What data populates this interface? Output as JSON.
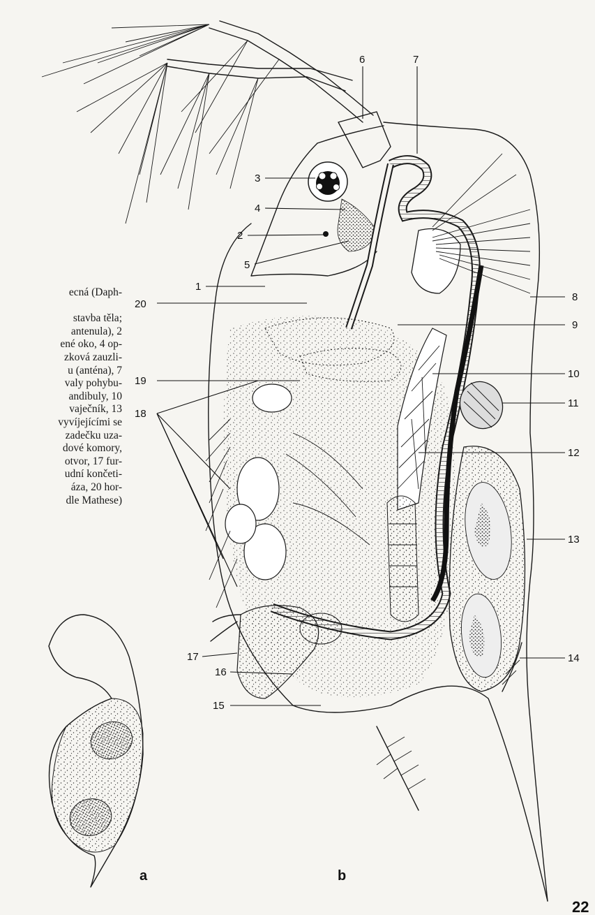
{
  "caption_lines": [
    "ecná (Daph-",
    "",
    "stavba těla;",
    "antenula), 2",
    "ené oko, 4 op-",
    "zková zauzli-",
    "u (anténa), 7",
    "valy pohybu-",
    "andibuly, 10",
    "vaječník, 13",
    "vyvíjejícími se",
    "zadečku uza-",
    "dové komory,",
    "otvor, 17 fur-",
    "udní končeti-",
    "áza, 20 hor-",
    "dle Mathese)"
  ],
  "labels": {
    "n1": "1",
    "n2": "2",
    "n3": "3",
    "n4": "4",
    "n5": "5",
    "n6": "6",
    "n7": "7",
    "n8": "8",
    "n9": "9",
    "n10": "10",
    "n11": "11",
    "n12": "12",
    "n13": "13",
    "n14": "14",
    "n15": "15",
    "n16": "16",
    "n17": "17",
    "n18": "18",
    "n19": "19",
    "n20": "20"
  },
  "panel_labels": {
    "a": "a",
    "b": "b"
  },
  "page_number": "22"
}
